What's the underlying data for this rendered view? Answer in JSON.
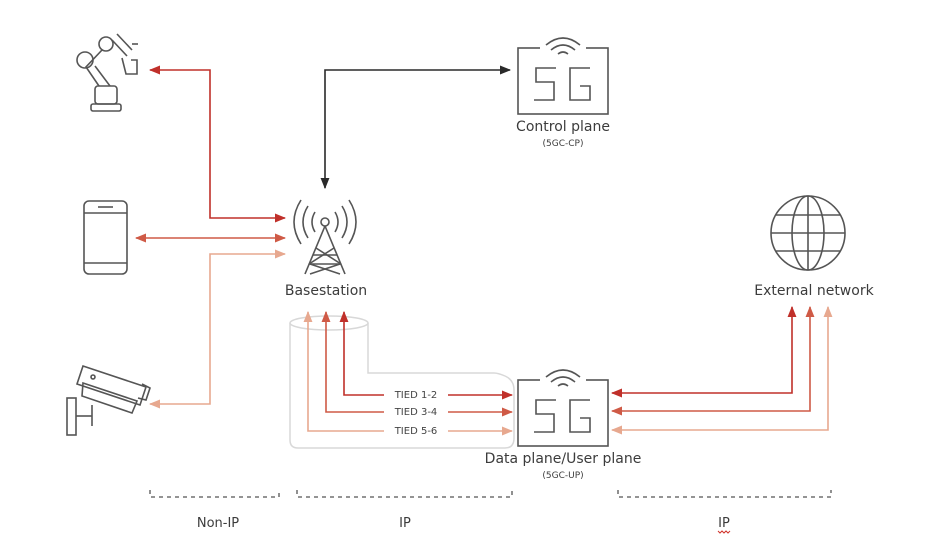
{
  "colors": {
    "dark_red": "#c0302a",
    "mid_red": "#cf5a46",
    "light_red": "#e7a88f",
    "black": "#2a2a2a",
    "icon_stroke": "#555555",
    "tunnel": "#d8d8d8"
  },
  "nodes": {
    "control_plane": {
      "title": "Control plane",
      "sub": "(5GC-CP)",
      "icon": "5g-core-icon"
    },
    "base_station": {
      "title": "Basestation",
      "icon": "cell-tower-icon"
    },
    "data_plane": {
      "title": "Data plane/User plane",
      "sub": "(5GC-UP)",
      "icon": "5g-core-icon"
    },
    "external_network": {
      "title": "External network",
      "icon": "globe-icon"
    },
    "devices": [
      {
        "name": "robot-arm",
        "icon": "robot-arm-icon"
      },
      {
        "name": "smartphone",
        "icon": "smartphone-icon"
      },
      {
        "name": "camera",
        "icon": "security-camera-icon"
      }
    ]
  },
  "tunnels": [
    "TIED 1-2",
    "TIED 3-4",
    "TIED 5-6"
  ],
  "zones": [
    "Non-IP",
    "IP",
    "IP"
  ]
}
